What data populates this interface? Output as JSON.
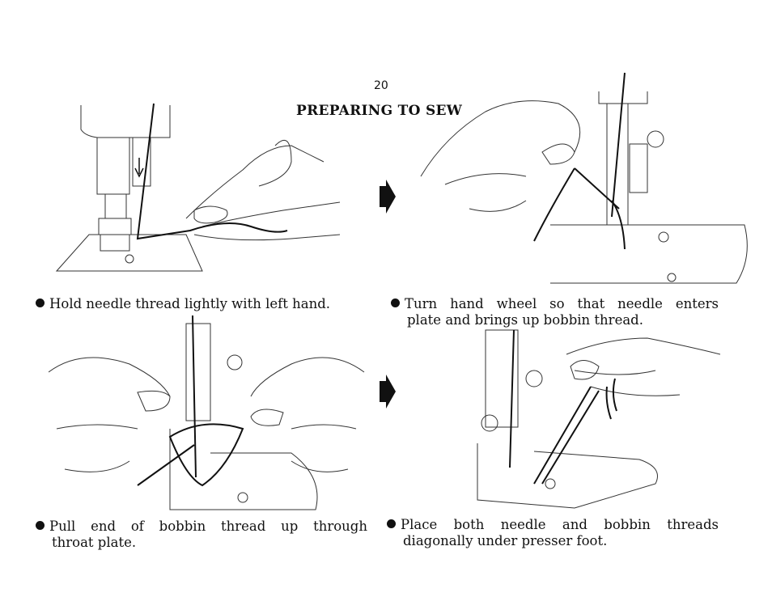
{
  "page": {
    "number": "20",
    "title": "PREPARING TO SEW"
  },
  "steps": [
    {
      "line1": "Hold needle thread lightly with left hand.",
      "line2": ""
    },
    {
      "line1": "Turn hand wheel so that needle enters",
      "line2": "plate and brings up bobbin thread."
    },
    {
      "line1": "Pull end of bobbin thread up through",
      "line2": "throat plate."
    },
    {
      "line1": "Place both needle and bobbin threads",
      "line2": "diagonally under presser foot."
    }
  ],
  "icons": [
    "arrow-right-icon",
    "bullet-icon"
  ]
}
